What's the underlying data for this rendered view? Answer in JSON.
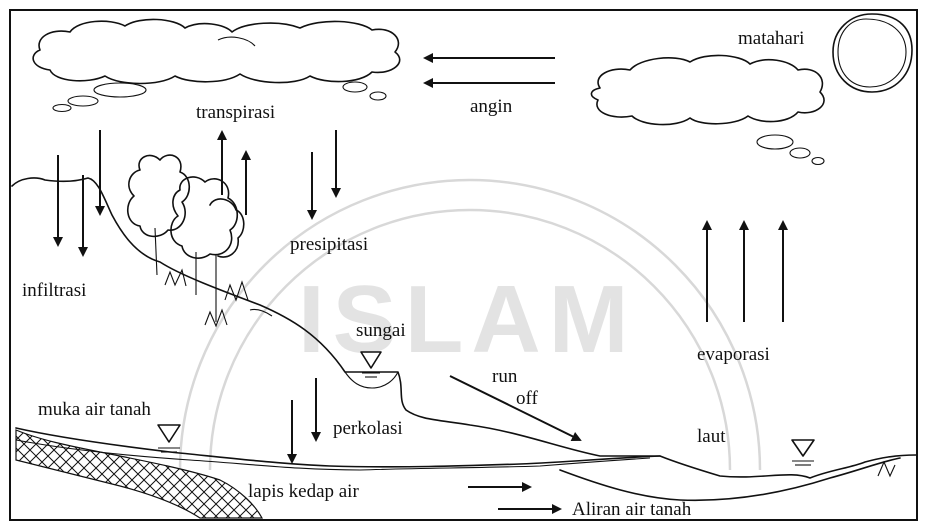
{
  "watermark": {
    "text": "ISLAM"
  },
  "labels": {
    "sun": "matahari",
    "transpiration": "transpirasi",
    "wind": "angin",
    "precipitation": "presipitasi",
    "infiltration": "infiltrasi",
    "river": "sungai",
    "runoff_1": "run",
    "runoff_2": "off",
    "water_table": "muka air tanah",
    "percolation": "perkolasi",
    "sea": "laut",
    "evaporation": "evaporasi",
    "impermeable_layer": "lapis kedap air",
    "groundwater_flow": "Aliran air tanah"
  }
}
